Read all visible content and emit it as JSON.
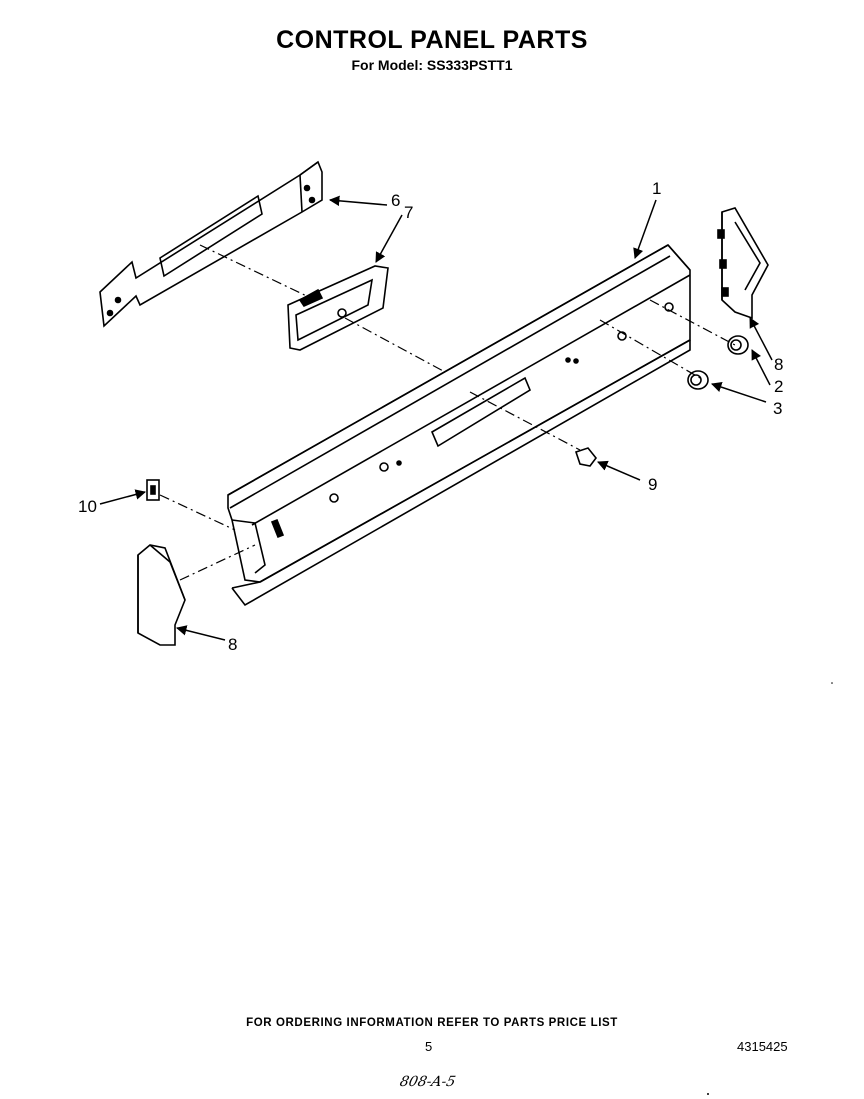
{
  "header": {
    "title": "CONTROL PANEL PARTS",
    "subtitle": "For Model: SS333PSTT1"
  },
  "callouts": {
    "c1": "1",
    "c2": "2",
    "c3": "3",
    "c6": "6",
    "c7": "7",
    "c8_right": "8",
    "c8_left": "8",
    "c9": "9",
    "c10": "10"
  },
  "footer": {
    "note": "FOR ORDERING INFORMATION REFER TO PARTS PRICE LIST",
    "page_number": "5",
    "document_number": "4315425",
    "handwritten_code": "808-A-5"
  }
}
